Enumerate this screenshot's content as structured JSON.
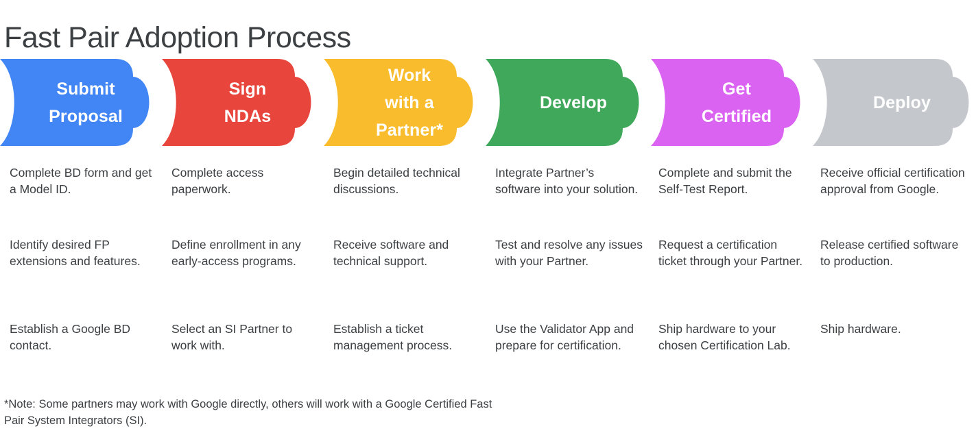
{
  "title": "Fast Pair Adoption Process",
  "steps": [
    {
      "label": "Submit\nProposal",
      "color": "#4285f4",
      "name": "submit-proposal",
      "bullets": [
        "Complete BD form and get a Model ID.",
        "Identify desired FP extensions and features.",
        "Establish a Google BD contact."
      ]
    },
    {
      "label": "Sign\nNDAs",
      "color": "#e8453c",
      "name": "sign-ndas",
      "bullets": [
        "Complete access paperwork.",
        "Define enrollment in any early-access programs.",
        "Select an SI Partner to work with."
      ]
    },
    {
      "label": "Work\nwith a\nPartner*",
      "color": "#f9bc2c",
      "name": "work-with-a-partner",
      "bullets": [
        "Begin detailed technical discussions.",
        "Receive software and technical support.",
        "Establish a ticket management process."
      ]
    },
    {
      "label": "Develop",
      "color": "#3fa85a",
      "name": "develop",
      "bullets": [
        "Integrate Partner’s software into your solution.",
        "Test and resolve any issues with your Partner.",
        "Use the Validator App and prepare for certification."
      ]
    },
    {
      "label": "Get\nCertified",
      "color": "#db63f2",
      "name": "get-certified",
      "bullets": [
        "Complete and submit the Self-Test Report.",
        "Request a certification ticket through your Partner.",
        "Ship hardware to your chosen Certification Lab."
      ]
    },
    {
      "label": "Deploy",
      "color": "#c4c7cc",
      "name": "deploy",
      "bullets": [
        "Receive official certification approval from Google.",
        "Release certified software to production.",
        "Ship hardware."
      ]
    }
  ],
  "footnote": "*Note: Some partners may work with Google directly, others will work with a Google Certified Fast Pair System Integrators (SI)."
}
